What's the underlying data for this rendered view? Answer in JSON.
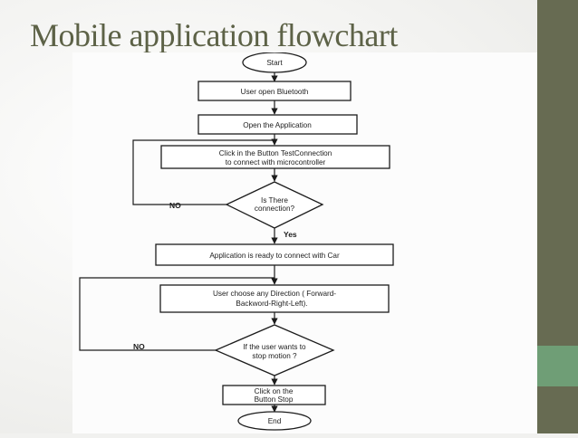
{
  "slide": {
    "title": "Mobile application flowchart"
  },
  "colors": {
    "title_text": "#5d6247",
    "sidebar_dark": "#676b52",
    "sidebar_green": "#6f9e76",
    "sidebar_bottom": "#676b52",
    "shape_stroke": "#1c1c1c"
  },
  "flowchart": {
    "nodes": {
      "start": "Start",
      "bluetooth": "User open Bluetooth",
      "open_app": "Open the Application",
      "test_line1": "Click in the Button TestConnection",
      "test_line2": "to connect with microcontroller",
      "decision1_line1": "Is There",
      "decision1_line2": "connection?",
      "ready": "Application is ready to connect with Car",
      "direction_line1": "User choose any Direction ( Forward-",
      "direction_line2": "Backword-Right-Left).",
      "decision2_line1": "If the user wants to",
      "decision2_line2": "stop motion ?",
      "stop_line1": "Click on the",
      "stop_line2": "Button Stop",
      "end": "End"
    },
    "edge_labels": {
      "no1": "NO",
      "yes": "Yes",
      "no2": "NO"
    }
  }
}
